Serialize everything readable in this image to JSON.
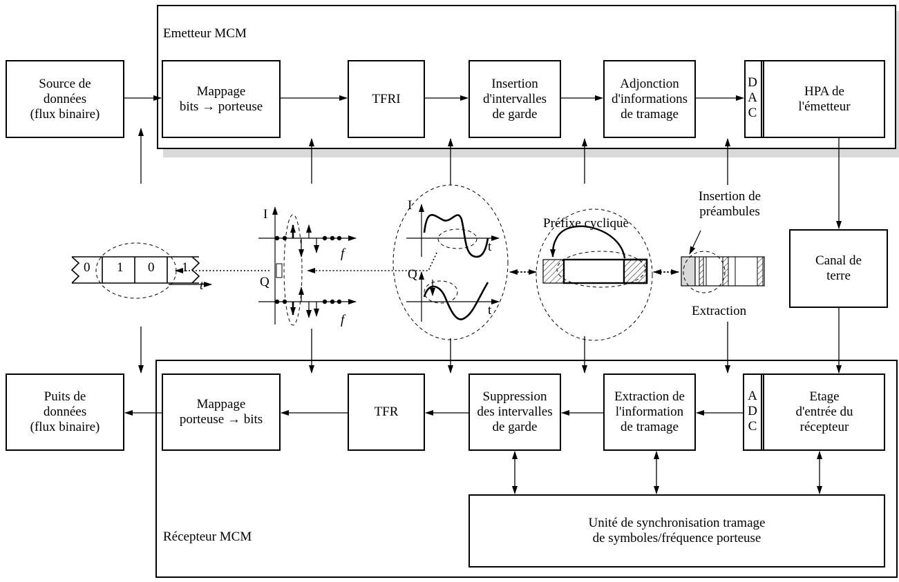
{
  "emitter": {
    "title": "Emetteur MCM",
    "blocks": {
      "mapping": "Mappage\nbits → porteuse",
      "ifft": "TFRI",
      "guard_insert": "Insertion\nd'intervalles\nde garde",
      "framing_add": "Adjonction\nd'informations\nde tramage",
      "dac": "D\nA\nC",
      "hpa": "HPA de\nl'émetteur"
    }
  },
  "source": "Source de\ndonnées\n(flux binaire)",
  "sink": "Puits de\ndonnées\n(flux binaire)",
  "channel": "Canal de\nterre",
  "receiver": {
    "title": "Récepteur MCM",
    "blocks": {
      "demapping": "Mappage\nporteuse → bits",
      "fft": "TFR",
      "guard_remove": "Suppression\ndes intervalles\nde garde",
      "framing_extract": "Extraction de\nl'information\nde tramage",
      "adc": "A\nD\nC",
      "front_end": "Etage\nd'entrée du\nrécepteur",
      "sync": "Unité de synchronisation tramage\nde symboles/fréquence porteuse"
    }
  },
  "annotations": {
    "preamble_insert": "Insertion de\npréambules",
    "extraction": "Extraction",
    "cyclic_prefix": "Préfixe cyclique",
    "bits": [
      "0",
      "1",
      "0",
      "1"
    ],
    "time_label": "t",
    "freq_label": "f",
    "i_label": "I",
    "q_label": "Q"
  }
}
